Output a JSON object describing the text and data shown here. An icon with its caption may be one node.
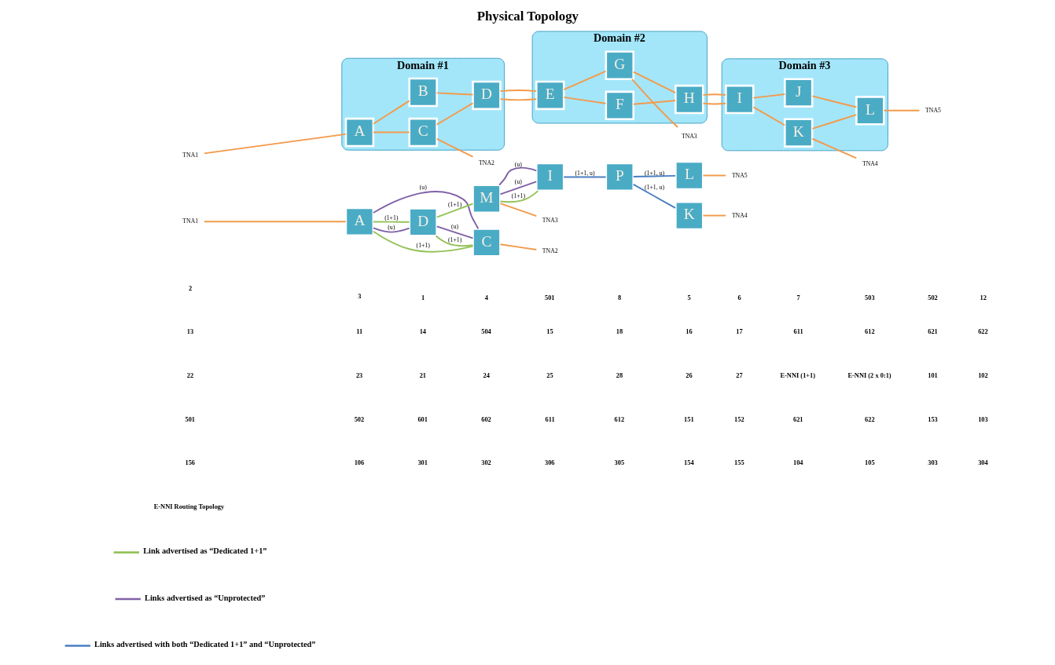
{
  "diagram": {
    "title": "Physical Topology",
    "nodes": [
      {
        "text": [
          "Domain #1"
        ]
      },
      {
        "text": [
          "A"
        ],
        "in": 0
      },
      {
        "text": [
          "B"
        ],
        "in": 0
      },
      {
        "text": [
          "C"
        ],
        "in": 0
      },
      {
        "text": [
          "D"
        ],
        "in": 0
      },
      {
        "text": [
          "Domain #2"
        ]
      },
      {
        "text": [
          "E"
        ],
        "in": 5
      },
      {
        "text": [
          "F"
        ],
        "in": 5
      },
      {
        "text": [
          "G"
        ],
        "in": 5
      },
      {
        "text": [
          "H"
        ],
        "in": 5
      },
      {
        "text": [
          "Domain #3"
        ]
      },
      {
        "text": [
          "I"
        ],
        "in": 10
      },
      {
        "text": [
          "J"
        ],
        "in": 10
      },
      {
        "text": [
          "K"
        ],
        "in": 10
      },
      {
        "text": [
          "L"
        ],
        "in": 10
      },
      {
        "text": [
          "TNA1"
        ]
      },
      {
        "text": [
          "TNA2"
        ]
      },
      {
        "text": [
          "TNA3"
        ]
      },
      {
        "text": [
          "TNA4"
        ]
      },
      {
        "text": [
          "TNA5"
        ]
      },
      {
        "text": [
          "A"
        ]
      },
      {
        "text": [
          "D"
        ]
      },
      {
        "text": [
          "C"
        ]
      },
      {
        "text": [
          "M"
        ]
      },
      {
        "text": [
          "I"
        ]
      },
      {
        "text": [
          "L"
        ]
      },
      {
        "text": [
          "P"
        ]
      },
      {
        "text": [
          "K"
        ]
      },
      {
        "text": [
          "TNA1"
        ]
      },
      {
        "text": [
          "TNA2"
        ]
      },
      {
        "text": [
          "TNA3"
        ]
      },
      {
        "text": [
          "TNA4"
        ]
      },
      {
        "text": [
          "TNA5"
        ]
      }
    ],
    "edges": [
      {
        "from": 15,
        "to": 1,
        "arrow": "none"
      },
      {
        "from": 1,
        "to": 2,
        "arrow": "none"
      },
      {
        "from": 2,
        "to": 4,
        "arrow": "none"
      },
      {
        "from": 1,
        "to": 3,
        "arrow": "none"
      },
      {
        "from": 3,
        "to": 4,
        "arrow": "none"
      },
      {
        "from": 4,
        "to": 6,
        "arrow": "none"
      },
      {
        "from": 4,
        "to": 6,
        "arrow": "none"
      },
      {
        "from": 6,
        "to": 7,
        "arrow": "none"
      },
      {
        "from": 7,
        "to": 9,
        "arrow": "none"
      },
      {
        "from": 6,
        "to": 8,
        "arrow": "none"
      },
      {
        "from": 8,
        "to": 9,
        "arrow": "none"
      },
      {
        "from": 9,
        "to": 11,
        "arrow": "none"
      },
      {
        "from": 9,
        "to": 11,
        "arrow": "none"
      },
      {
        "from": 11,
        "to": 12,
        "arrow": "none"
      },
      {
        "from": 12,
        "to": 14,
        "arrow": "none"
      },
      {
        "from": 11,
        "to": 13,
        "arrow": "none"
      },
      {
        "from": 13,
        "to": 14,
        "arrow": "none"
      },
      {
        "from": 14,
        "to": 19,
        "arrow": "none"
      },
      {
        "from": 3,
        "to": 16,
        "arrow": "none"
      },
      {
        "from": 8,
        "to": 17,
        "arrow": "none"
      },
      {
        "from": 13,
        "to": 18,
        "arrow": "none"
      },
      {
        "from": 28,
        "to": 20,
        "arrow": "none"
      },
      {
        "from": 20,
        "to": 21,
        "arrow": "none",
        "label": "(1+1)",
        "color": "#94c25a"
      },
      {
        "from": 20,
        "to": 21,
        "arrow": "none",
        "label": "(u)",
        "color": "#8060a8"
      },
      {
        "from": 20,
        "to": 22,
        "arrow": "none",
        "label": "(1+1)",
        "color": "#94c25a"
      },
      {
        "from": 20,
        "to": 22,
        "arrow": "none",
        "label": "(u)",
        "color": "#8060a8"
      },
      {
        "from": 21,
        "to": 22,
        "arrow": "none",
        "label": "(u)",
        "color": "#8060a8"
      },
      {
        "from": 21,
        "to": 22,
        "arrow": "none",
        "label": "(1+1)",
        "color": "#94c25a"
      },
      {
        "from": 21,
        "to": 23,
        "arrow": "none",
        "label": "(1+1)",
        "color": "#94c25a"
      },
      {
        "from": 23,
        "to": 24,
        "arrow": "none",
        "label": "(1+1)",
        "color": "#94c25a"
      },
      {
        "from": 23,
        "to": 24,
        "arrow": "none",
        "label": "(u)",
        "color": "#8060a8"
      },
      {
        "from": 23,
        "to": 24,
        "arrow": "none",
        "label": "(u)",
        "color": "#8060a8"
      },
      {
        "from": 24,
        "to": 26,
        "arrow": "none",
        "label": "(1+1, u)",
        "color": "#4a7fc1"
      },
      {
        "from": 26,
        "to": 25,
        "arrow": "none",
        "label": "(1+1, u)",
        "color": "#4a7fc1"
      },
      {
        "from": 26,
        "to": 27,
        "arrow": "none",
        "label": "(1+1, u)",
        "color": "#4a7fc1"
      },
      {
        "from": 25,
        "to": 32,
        "arrow": "none"
      },
      {
        "from": 22,
        "to": 29,
        "arrow": "none"
      },
      {
        "from": 23,
        "to": 30,
        "arrow": "none"
      },
      {
        "from": 27,
        "to": 31,
        "arrow": "none"
      }
    ],
    "labels": [
      "2",
      "3",
      "1",
      "4",
      "501",
      "8",
      "5",
      "6",
      "7",
      "503",
      "502",
      "12",
      "13",
      "11",
      "14",
      "504",
      "15",
      "18",
      "16",
      "17",
      "611",
      "612",
      "621",
      "622",
      "22",
      "23",
      "21",
      "24",
      "25",
      "28",
      "26",
      "27",
      "E-NNI (1+1)",
      "E-NNI (2 x 0:1)",
      "101",
      "102",
      "501",
      "502",
      "601",
      "602",
      "611",
      "612",
      "151",
      "152",
      "621",
      "622",
      "153",
      "103",
      "156",
      "106",
      "301",
      "302",
      "306",
      "305",
      "154",
      "155",
      "104",
      "105",
      "303",
      "304",
      "E-NNI Routing Topology"
    ],
    "legend": [
      {
        "text": "Link advertised as “Dedicated 1+1”"
      },
      {
        "text": "Links advertised as “Unprotected”"
      },
      {
        "text": "Links advertised with both “Dedicated 1+1” and “Unprotected”"
      }
    ]
  }
}
